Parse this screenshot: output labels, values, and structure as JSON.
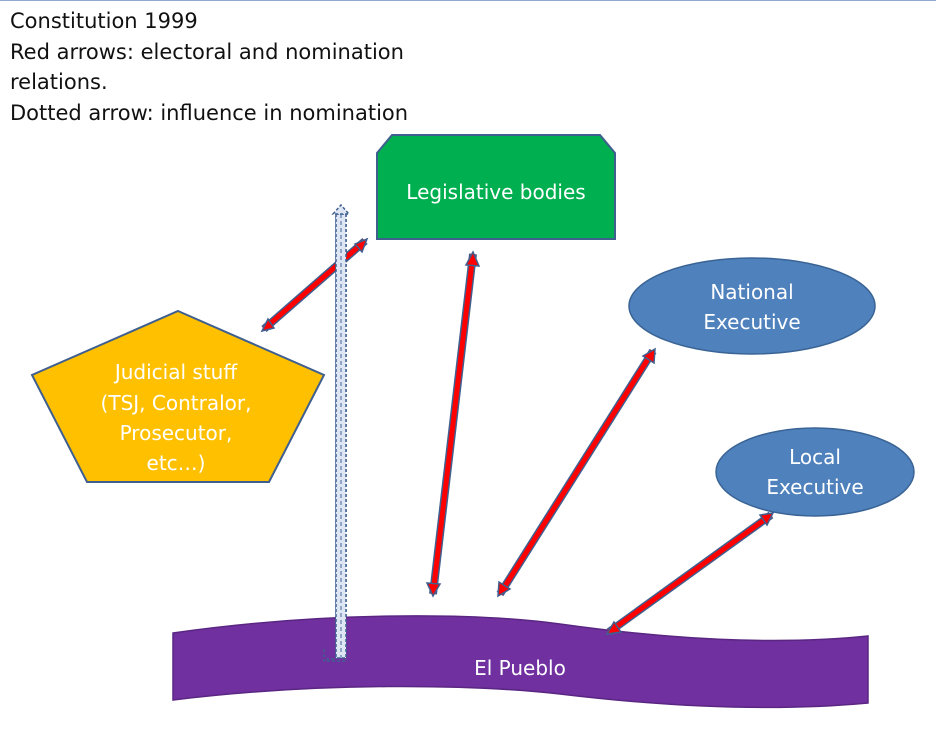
{
  "caption": {
    "line1": "Constitution 1999",
    "line2": "Red arrows: electoral and nomination",
    "line3": "relations.",
    "line4": "Dotted arrow: influence in nomination"
  },
  "nodes": {
    "legislative": {
      "label": "Legislative bodies",
      "color": "#00b050"
    },
    "national_exec": {
      "label_line1": "National",
      "label_line2": "Executive",
      "color": "#4f81bd"
    },
    "local_exec": {
      "label_line1": "Local",
      "label_line2": "Executive",
      "color": "#4f81bd"
    },
    "judicial": {
      "label_line1": "Judicial stuff",
      "label_line2": "(TSJ, Contralor,",
      "label_line3": "Prosecutor,",
      "label_line4": "etc…)",
      "color": "#ffc000"
    },
    "pueblo": {
      "label": "El Pueblo",
      "color": "#7030a0"
    }
  },
  "arrow_colors": {
    "electoral": "#ff0000",
    "outline": "#3f5f8f",
    "influence": "#8ea5c8"
  }
}
